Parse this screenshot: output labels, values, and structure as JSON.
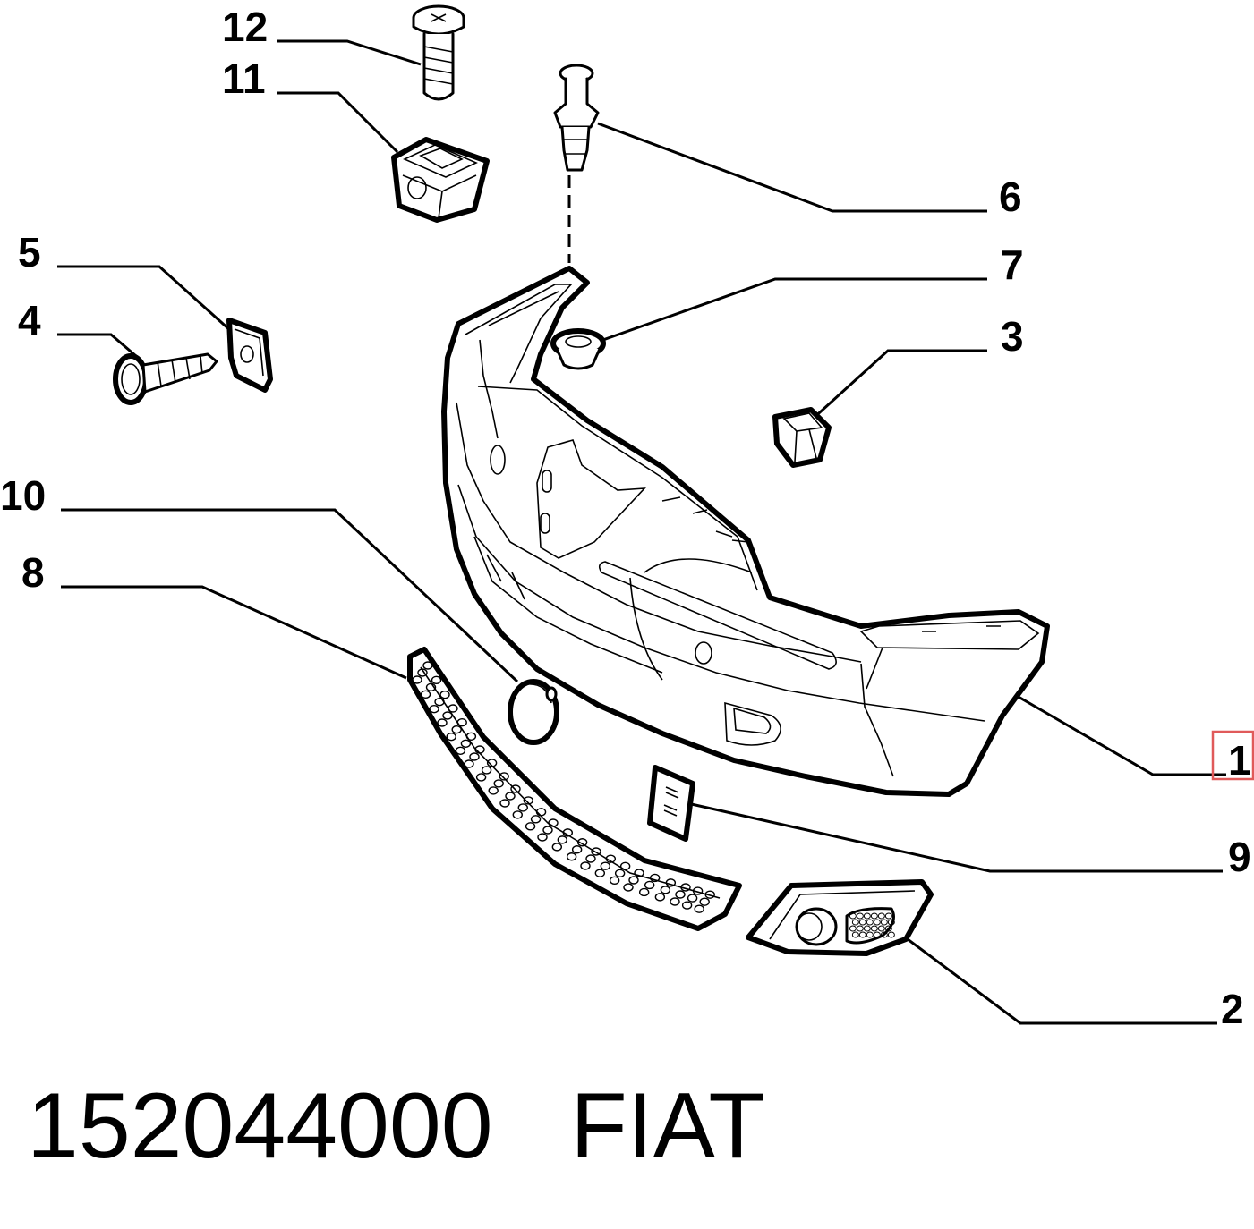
{
  "callouts": [
    {
      "id": "12",
      "label": "12"
    },
    {
      "id": "11",
      "label": "11"
    },
    {
      "id": "6",
      "label": "6"
    },
    {
      "id": "5",
      "label": "5"
    },
    {
      "id": "7",
      "label": "7"
    },
    {
      "id": "4",
      "label": "4"
    },
    {
      "id": "3",
      "label": "3"
    },
    {
      "id": "10",
      "label": "10"
    },
    {
      "id": "8",
      "label": "8"
    },
    {
      "id": "1",
      "label": "1"
    },
    {
      "id": "9",
      "label": "9"
    },
    {
      "id": "2",
      "label": "2"
    }
  ],
  "highlighted_callout": "1",
  "highlight_color": "#e05a5a",
  "footer": {
    "part_number": "152044000",
    "brand": "FIAT"
  }
}
